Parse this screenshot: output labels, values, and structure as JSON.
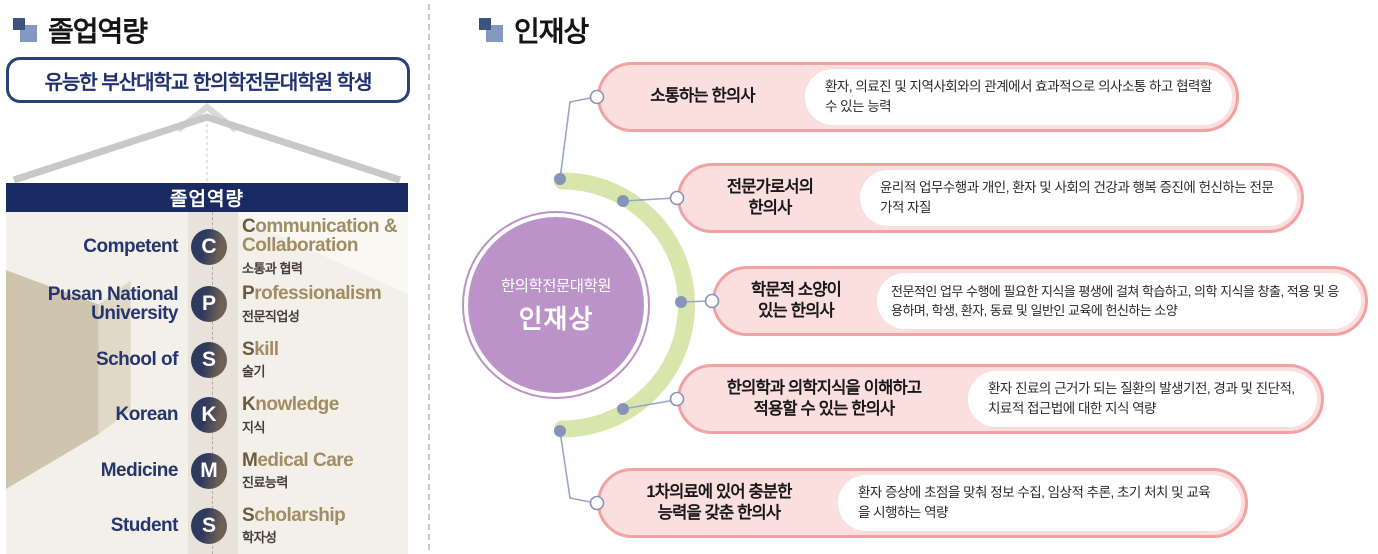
{
  "left": {
    "title": "졸업역량",
    "pledge": "유능한 부산대학교 한의학전문대학원 학생",
    "bar_title": "졸업역량",
    "rows": [
      {
        "word": "Competent",
        "letter": "C",
        "term": "Communication & Collaboration",
        "korean": "소통과 협력"
      },
      {
        "word": "Pusan National University",
        "letter": "P",
        "term": "Professionalism",
        "korean": "전문직업성"
      },
      {
        "word": "School of",
        "letter": "S",
        "term": "Skill",
        "korean": "술기"
      },
      {
        "word": "Korean",
        "letter": "K",
        "term": "Knowledge",
        "korean": "지식"
      },
      {
        "word": "Medicine",
        "letter": "M",
        "term": "Medical Care",
        "korean": "진료능력"
      },
      {
        "word": "Student",
        "letter": "S",
        "term": "Scholarship",
        "korean": "학자성"
      }
    ]
  },
  "right": {
    "title": "인재상",
    "center_circle": {
      "line1": "한의학전문대학원",
      "line2": "인재상"
    },
    "pills": [
      {
        "label_line1": "소통하는 한의사",
        "label_line2": "",
        "desc": "환자, 의료진 및 지역사회와의 관계에서 효과적으로 의사소통 하고 협력할 수 있는 능력"
      },
      {
        "label_line1": "전문가로서의",
        "label_line2": "한의사",
        "desc": "윤리적 업무수행과 개인, 환자 및 사회의 건강과 행복 증진에 헌신하는 전문가적 자질"
      },
      {
        "label_line1": "학문적 소양이",
        "label_line2": "있는 한의사",
        "desc": "전문적인 업무 수행에 필요한 지식을 평생에 걸쳐 학습하고, 의학 지식을 창출, 적용 및 응용하며, 학생, 환자, 동료 및 일반인 교육에 헌신하는 소양"
      },
      {
        "label_line1": "한의학과 의학지식을 이해하고",
        "label_line2": "적용할 수 있는 한의사",
        "desc": "환자 진료의 근거가 되는 질환의 발생기전, 경과 및 진단적, 치료적 접근법에 대한 지식 역량"
      },
      {
        "label_line1": "1차의료에 있어 충분한",
        "label_line2": "능력을 갖춘 한의사",
        "desc": "환자 증상에 초점을 맞춰 정보 수집, 임상적 추론, 초기 처치 및 교육을 시행하는 역량"
      }
    ]
  },
  "colors": {
    "header_navy": "#1a2a63",
    "pledge_border_navy": "#2b3f78",
    "pillar_beige": "#cfc5ae",
    "panel_cream": "#f3f0e9",
    "pill_border_pink": "#f2a2a2",
    "pill_fill_pink": "#fbdede",
    "circle_purple": "#bc93c8",
    "arc_green": "#d8e6ab",
    "connector_blue": "#8794ba",
    "term_gold": "#a28c63"
  }
}
